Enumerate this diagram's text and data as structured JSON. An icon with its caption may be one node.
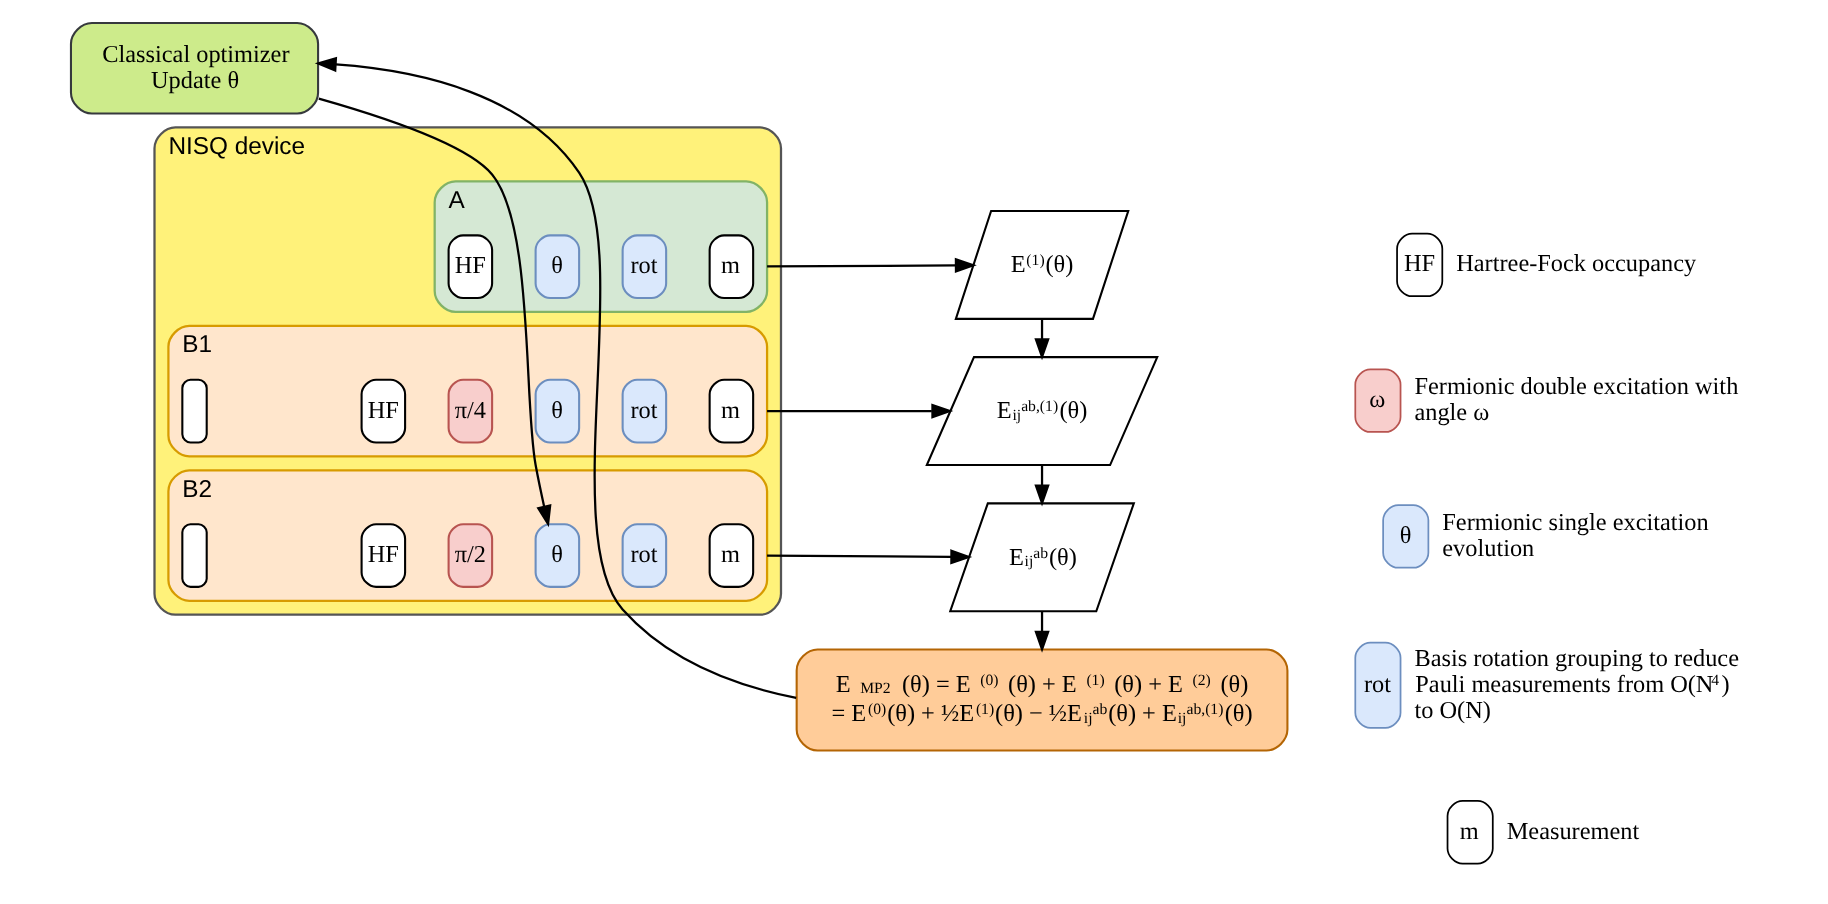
{
  "diagram": {
    "nodes": [
      {
        "text": [
          "NISQ device"
        ]
      },
      {
        "text": [
          "A"
        ],
        "in": 0
      },
      {
        "text": [
          "HF"
        ],
        "in": 1
      },
      {
        "text": [
          "θ"
        ],
        "in": 1
      },
      {
        "text": [
          "rot"
        ],
        "in": 1
      },
      {
        "text": [
          "m"
        ],
        "in": 1
      },
      {
        "text": [
          "B1"
        ],
        "in": 0
      },
      {
        "text": [],
        "shape": "box",
        "in": 6
      },
      {
        "text": [
          "HF"
        ],
        "in": 6
      },
      {
        "text": [
          "π/4"
        ],
        "in": 6
      },
      {
        "text": [
          "θ"
        ],
        "in": 6
      },
      {
        "text": [
          "rot"
        ],
        "in": 6
      },
      {
        "text": [
          "m"
        ],
        "in": 6
      },
      {
        "text": [
          "B2"
        ],
        "in": 0
      },
      {
        "text": [],
        "shape": "box",
        "in": 13
      },
      {
        "text": [
          "HF"
        ],
        "in": 13
      },
      {
        "text": [
          "π/2"
        ],
        "in": 13
      },
      {
        "text": [
          "θ"
        ],
        "in": 13
      },
      {
        "text": [
          "rot"
        ],
        "in": 13
      },
      {
        "text": [
          "m"
        ],
        "in": 13
      },
      {
        "text": [
          "E$^{(1)}$(θ)"
        ]
      },
      {
        "text": [
          "E$_{ij}$$^{ab,(1)}$(θ)"
        ]
      },
      {
        "text": [
          "E$_{ij}$$^{ab}$(θ)"
        ]
      },
      {
        "text": [
          "E$_{MP2}$(θ) = E$^{(0)}$(θ) + E$^{(1)}$(θ) + E$^{(2)}$(θ)",
          "= E$^{(0)}$(θ) + ½E$^{(1)}$(θ) − ½E$_{ij}$$^{ab}$(θ) + E$_{ij}$$^{ab,(1)}$(θ)"
        ]
      },
      {
        "text": [
          "Classical optimizer",
          "Update θ"
        ]
      },
      {
        "text": [
          "HF"
        ],
        "beside": [
          "Hartree-Fock occupancy"
        ]
      },
      {
        "text": [
          "ω"
        ],
        "beside": [
          "Fermionic double excitation with angle ω"
        ]
      },
      {
        "text": [
          "θ"
        ],
        "beside": [
          "Fermionic single excitation evolution"
        ]
      },
      {
        "text": [
          "rot"
        ],
        "beside": [
          "Basis rotation grouping to reduce Pauli measurements from O(N$^{4}$) to O(N)"
        ]
      },
      {
        "text": [
          "m"
        ],
        "beside": [
          "Measurement"
        ]
      }
    ],
    "edges": [
      {
        "from": 1,
        "to": 20,
        "arrow": "to"
      },
      {
        "from": 20,
        "to": 21,
        "arrow": "to"
      },
      {
        "from": 6,
        "to": 21,
        "arrow": "to"
      },
      {
        "from": 21,
        "to": 22,
        "arrow": "to"
      },
      {
        "from": 13,
        "to": 22,
        "arrow": "to"
      },
      {
        "from": 22,
        "to": 23,
        "arrow": "to"
      },
      {
        "from": 23,
        "to": 24,
        "arrow": "to"
      },
      {
        "from": 24,
        "to": 17,
        "arrow": "to"
      }
    ]
  }
}
